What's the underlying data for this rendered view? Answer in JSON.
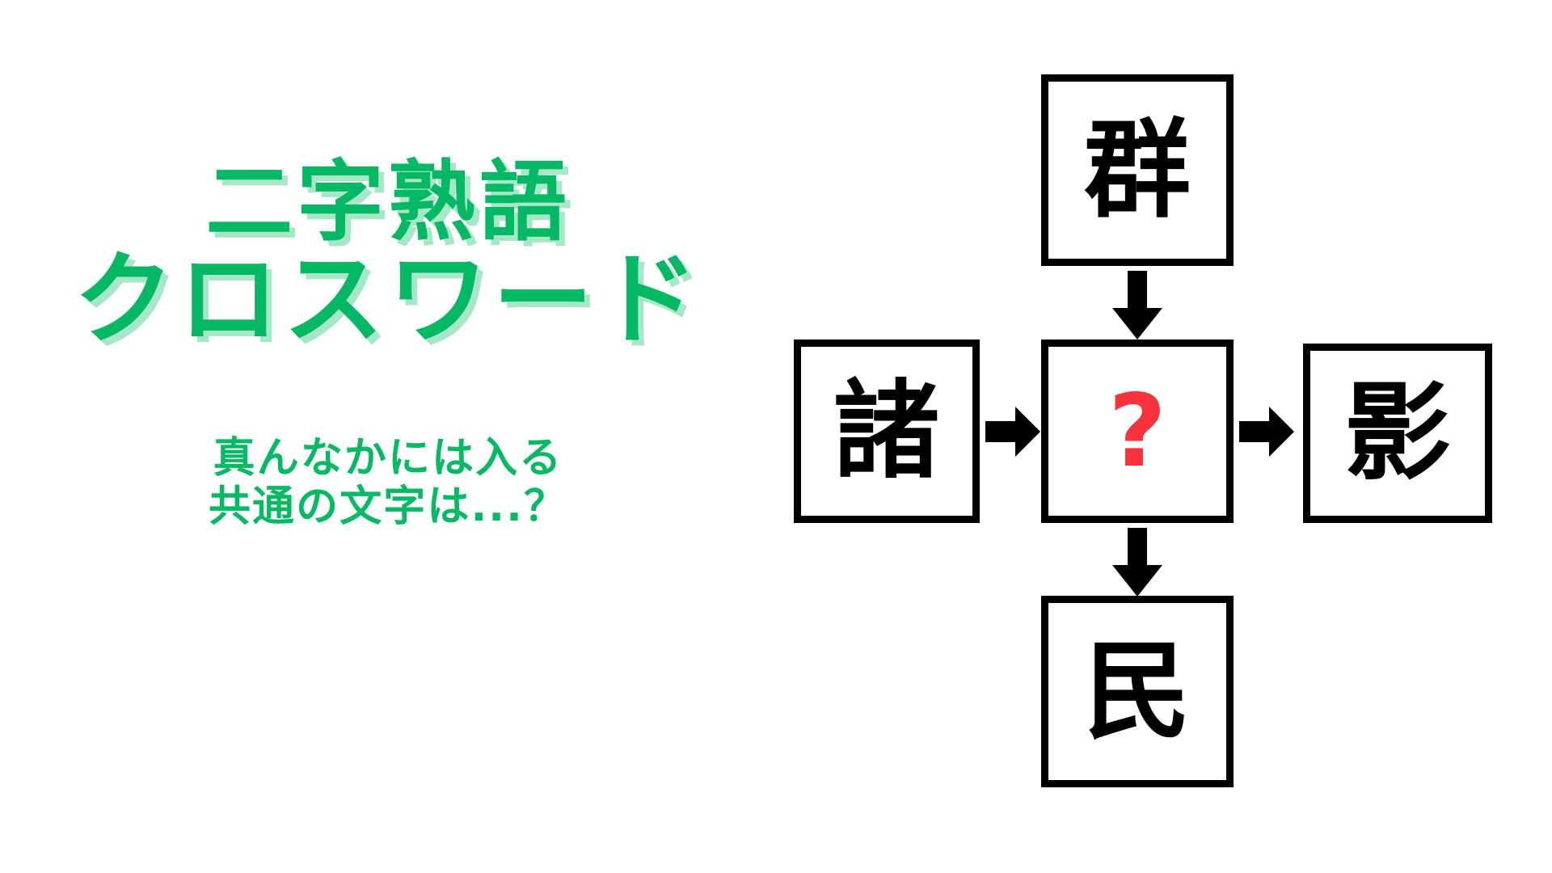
{
  "page": {
    "background_color": "#ffffff",
    "accent_green": "#05B964",
    "shadow_green": "#A7E6C6",
    "accent_red": "#F6333D",
    "ink_black": "#000000"
  },
  "title": {
    "line1": "二字熟語",
    "line2": "クロスワード"
  },
  "subtitle": {
    "line1": "真んなかには入る",
    "line2": "共通の文字は...？"
  },
  "puzzle": {
    "type": "two-kanji-compound crossword",
    "center_label": "?",
    "cells": {
      "top": {
        "char": "群",
        "position": "top"
      },
      "left": {
        "char": "諸",
        "position": "left"
      },
      "center": {
        "char": "?",
        "position": "center"
      },
      "right": {
        "char": "影",
        "position": "right"
      },
      "bottom": {
        "char": "民",
        "position": "bottom"
      }
    },
    "arrows": [
      {
        "name": "top-to-center",
        "direction": "down"
      },
      {
        "name": "left-to-center",
        "direction": "right"
      },
      {
        "name": "center-to-right",
        "direction": "right"
      },
      {
        "name": "center-to-bottom",
        "direction": "down"
      }
    ]
  }
}
